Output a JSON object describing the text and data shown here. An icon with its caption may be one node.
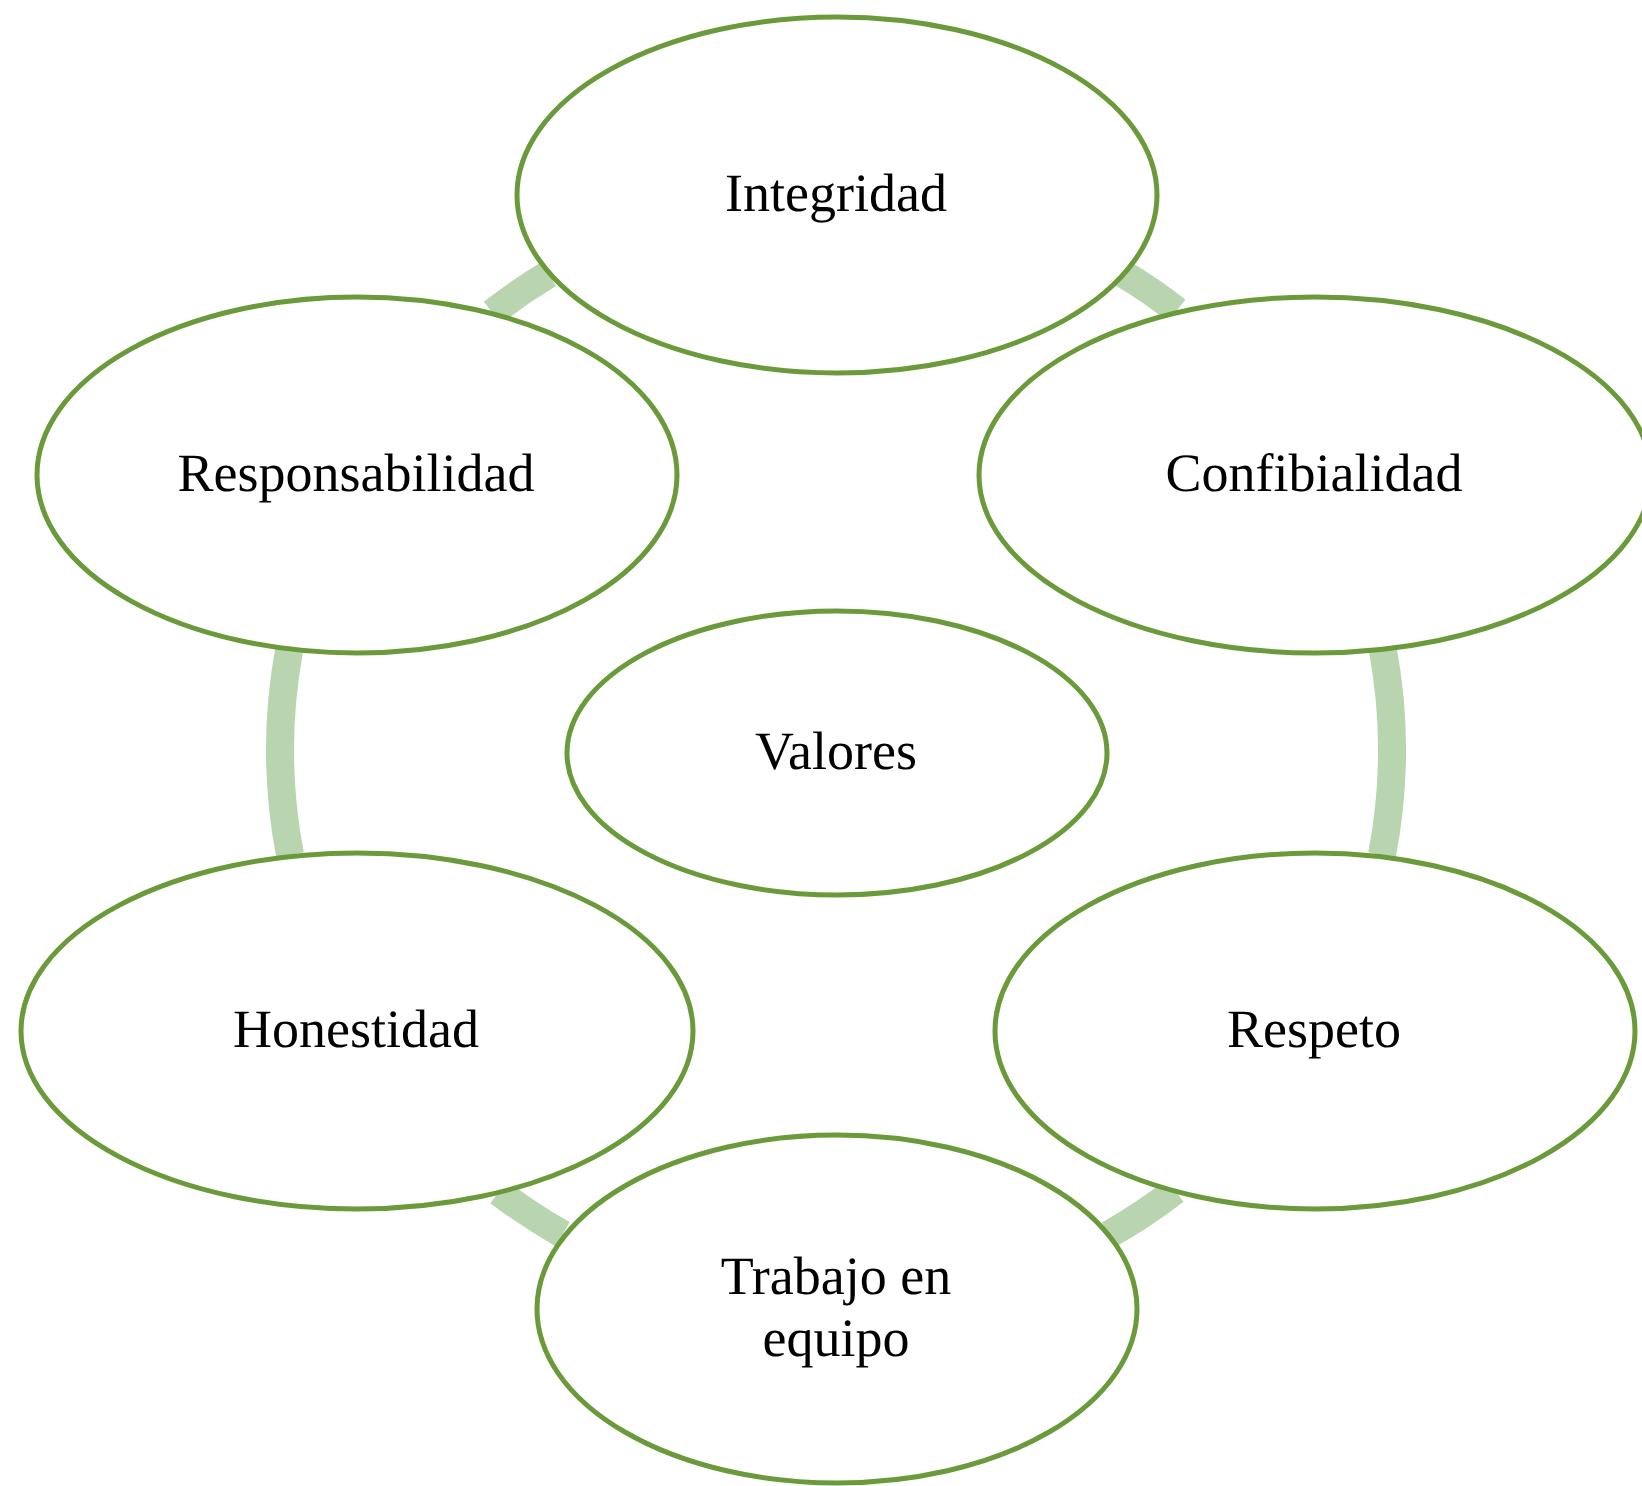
{
  "diagram": {
    "nodes": [
      {
        "text": [
          "Integridad"
        ]
      },
      {
        "text": [
          "Confibialidad"
        ]
      },
      {
        "text": [
          "Respeto"
        ]
      },
      {
        "text": [
          "Trabajo en equipo"
        ]
      },
      {
        "text": [
          "Honestidad"
        ]
      },
      {
        "text": [
          "Responsabilidad"
        ]
      },
      {
        "text": [
          "Valores"
        ]
      }
    ],
    "edges": [
      {
        "from": 0,
        "to": 1,
        "arrow": "none"
      },
      {
        "from": 1,
        "to": 2,
        "arrow": "none"
      },
      {
        "from": 2,
        "to": 3,
        "arrow": "none"
      },
      {
        "from": 3,
        "to": 4,
        "arrow": "none"
      },
      {
        "from": 4,
        "to": 5,
        "arrow": "none"
      },
      {
        "from": 5,
        "to": 0,
        "arrow": "none"
      }
    ]
  }
}
